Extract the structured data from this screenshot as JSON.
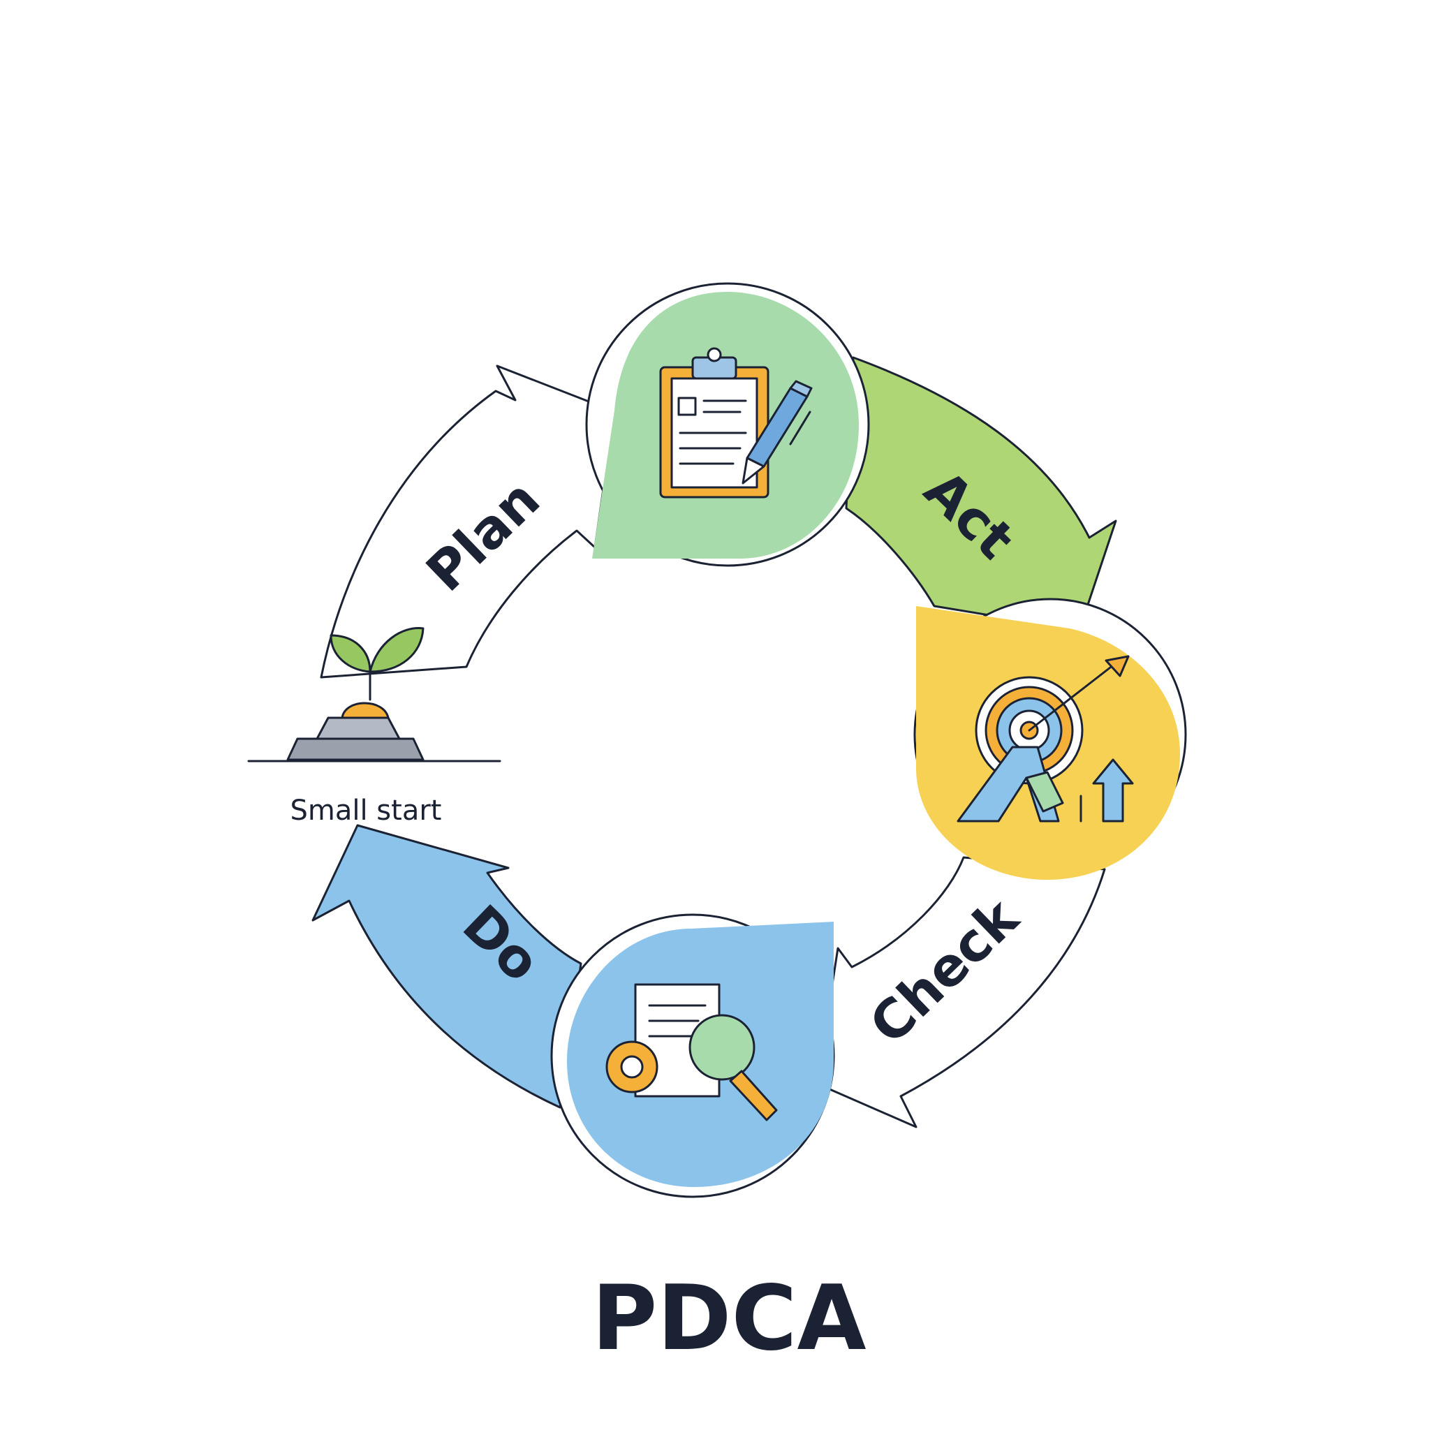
{
  "title": "PDCA",
  "start_caption": "Small start",
  "phases": [
    {
      "label": "Plan",
      "fill": "#ffffff",
      "icon": "clipboard-pen-icon",
      "circle_fill": "#a7dbac"
    },
    {
      "label": "Act",
      "fill": "#afd674",
      "icon": "target-arrow-icon",
      "circle_fill": "#f7d154"
    },
    {
      "label": "Check",
      "fill": "#ffffff",
      "icon": "document-search-gear-icon",
      "circle_fill": "#8cc3ea"
    },
    {
      "label": "Do",
      "fill": "#8cc3ea"
    }
  ],
  "colors": {
    "ink": "#1b2233",
    "green": "#a7dbac",
    "lime": "#afd674",
    "yellow": "#f7d154",
    "blue": "#8cc3ea",
    "orange": "#f5b03a"
  },
  "start_icon": "seedling-on-rocks-icon"
}
